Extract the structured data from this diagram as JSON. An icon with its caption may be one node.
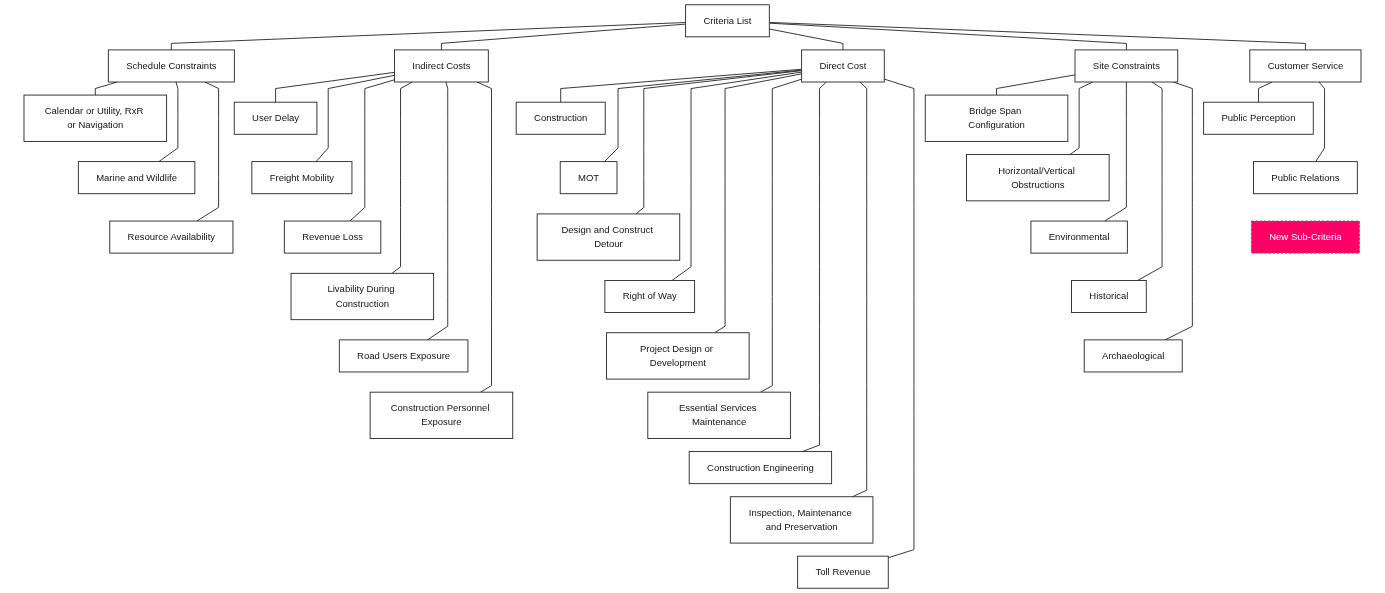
{
  "diagram": {
    "nodes": [
      {
        "text": [
          "Criteria List"
        ]
      },
      {
        "text": [
          "Schedule Constraints"
        ]
      },
      {
        "text": [
          "Indirect Costs"
        ]
      },
      {
        "text": [
          "Direct Cost"
        ]
      },
      {
        "text": [
          "Site Constraints"
        ]
      },
      {
        "text": [
          "Customer Service"
        ]
      },
      {
        "text": [
          "Calendar or Utility, RxR or Navigation"
        ]
      },
      {
        "text": [
          "Marine and Wildlife"
        ]
      },
      {
        "text": [
          "Resource Availability"
        ]
      },
      {
        "text": [
          "User Delay"
        ]
      },
      {
        "text": [
          "Freight Mobility"
        ]
      },
      {
        "text": [
          "Revenue Loss"
        ]
      },
      {
        "text": [
          "Livability During Construction"
        ]
      },
      {
        "text": [
          "Road Users Exposure"
        ]
      },
      {
        "text": [
          "Construction Personnel Exposure"
        ]
      },
      {
        "text": [
          "Construction"
        ]
      },
      {
        "text": [
          "MOT"
        ]
      },
      {
        "text": [
          "Design and Construct Detour"
        ]
      },
      {
        "text": [
          "Right of Way"
        ]
      },
      {
        "text": [
          "Project Design or Development"
        ]
      },
      {
        "text": [
          "Essential Services Maintenance"
        ]
      },
      {
        "text": [
          "Construction Engineering"
        ]
      },
      {
        "text": [
          "Inspection, Maintenance and Preservation"
        ]
      },
      {
        "text": [
          "Toll Revenue"
        ]
      },
      {
        "text": [
          "Bridge Span Configuration"
        ]
      },
      {
        "text": [
          "Horizontal/Vertical Obstructions"
        ]
      },
      {
        "text": [
          "Environmental"
        ]
      },
      {
        "text": [
          "Historical"
        ]
      },
      {
        "text": [
          "Archaeological"
        ]
      },
      {
        "text": [
          "Public Perception"
        ]
      },
      {
        "text": [
          "Public Relations"
        ]
      },
      {
        "text": [
          "New Sub-Criteria"
        ]
      }
    ],
    "edges": [
      {
        "from": 0,
        "to": 1,
        "arrow": "none"
      },
      {
        "from": 0,
        "to": 2,
        "arrow": "none"
      },
      {
        "from": 0,
        "to": 3,
        "arrow": "none"
      },
      {
        "from": 0,
        "to": 4,
        "arrow": "none"
      },
      {
        "from": 0,
        "to": 5,
        "arrow": "none"
      },
      {
        "from": 1,
        "to": 6,
        "arrow": "none"
      },
      {
        "from": 1,
        "to": 7,
        "arrow": "none"
      },
      {
        "from": 1,
        "to": 8,
        "arrow": "none"
      },
      {
        "from": 2,
        "to": 9,
        "arrow": "none"
      },
      {
        "from": 2,
        "to": 10,
        "arrow": "none"
      },
      {
        "from": 2,
        "to": 11,
        "arrow": "none"
      },
      {
        "from": 2,
        "to": 12,
        "arrow": "none"
      },
      {
        "from": 2,
        "to": 13,
        "arrow": "none"
      },
      {
        "from": 2,
        "to": 14,
        "arrow": "none"
      },
      {
        "from": 3,
        "to": 15,
        "arrow": "none"
      },
      {
        "from": 3,
        "to": 16,
        "arrow": "none"
      },
      {
        "from": 3,
        "to": 17,
        "arrow": "none"
      },
      {
        "from": 3,
        "to": 18,
        "arrow": "none"
      },
      {
        "from": 3,
        "to": 19,
        "arrow": "none"
      },
      {
        "from": 3,
        "to": 20,
        "arrow": "none"
      },
      {
        "from": 3,
        "to": 21,
        "arrow": "none"
      },
      {
        "from": 3,
        "to": 22,
        "arrow": "none"
      },
      {
        "from": 3,
        "to": 23,
        "arrow": "none"
      },
      {
        "from": 4,
        "to": 24,
        "arrow": "none"
      },
      {
        "from": 4,
        "to": 25,
        "arrow": "none"
      },
      {
        "from": 4,
        "to": 26,
        "arrow": "none"
      },
      {
        "from": 4,
        "to": 27,
        "arrow": "none"
      },
      {
        "from": 4,
        "to": 28,
        "arrow": "none"
      },
      {
        "from": 5,
        "to": 29,
        "arrow": "none"
      },
      {
        "from": 5,
        "to": 30,
        "arrow": "none"
      }
    ]
  }
}
